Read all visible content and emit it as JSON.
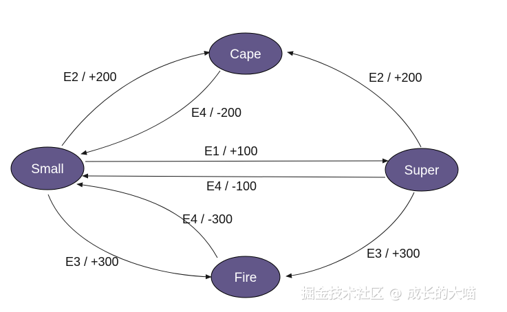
{
  "diagram": {
    "nodes": {
      "cape": "Cape",
      "small": "Small",
      "super": "Super",
      "fire": "Fire"
    },
    "edges": {
      "small_to_cape": "E2 / +200",
      "cape_to_small": "E4 / -200",
      "super_to_cape": "E2 / +200",
      "small_to_super": "E1 / +100",
      "super_to_small": "E4 / -100",
      "fire_to_small": "E4 / -300",
      "small_to_fire": "E3 / +300",
      "super_to_fire": "E3 / +300"
    },
    "colors": {
      "node_fill": "#625789",
      "node_stroke": "#000000",
      "edge_stroke": "#1a1a1a"
    }
  },
  "watermark": {
    "text": "掘金技术社区 @ 成长的大喵"
  }
}
